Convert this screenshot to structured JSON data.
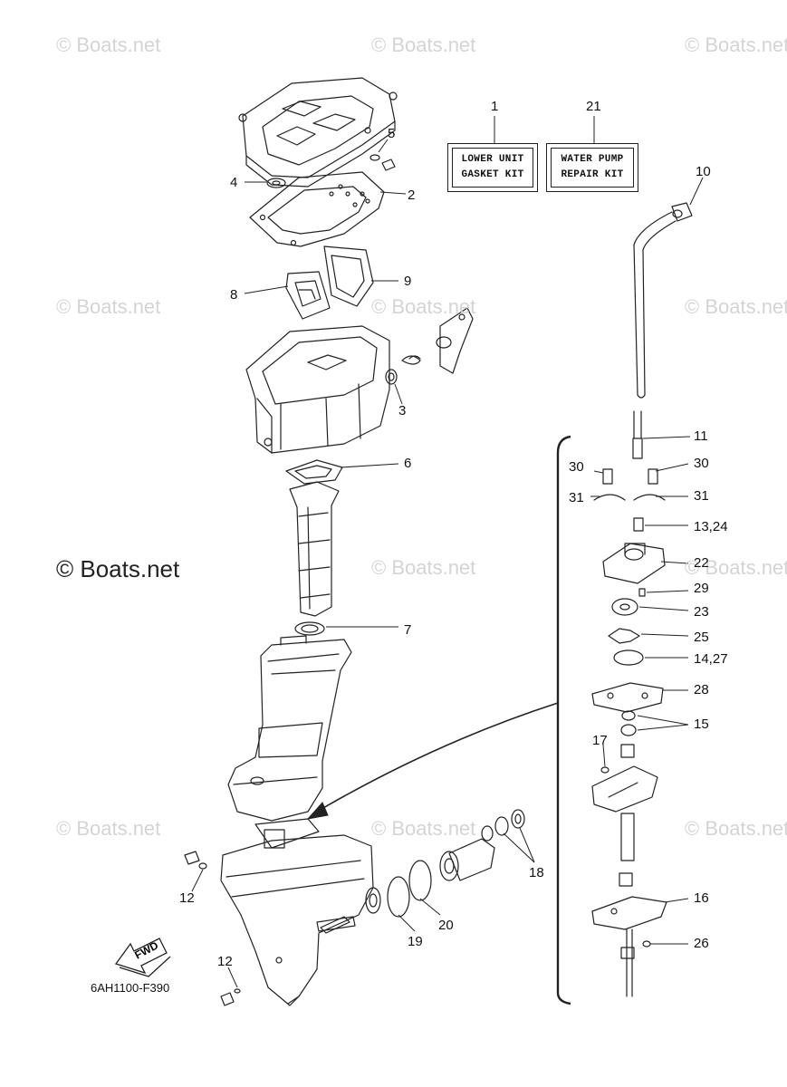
{
  "watermarks": [
    "© Boats.net",
    "© Boats.net",
    "© Boats.net",
    "© Boats.net",
    "© Boats.net",
    "© Boats.net",
    "© Boats.net",
    "© Boats.net",
    "© Boats.net",
    "© Boats.net",
    "© Boats.net"
  ],
  "main_watermark": "© Boats.net",
  "kits": [
    {
      "number": "1",
      "lines": [
        "LOWER UNIT",
        "GASKET KIT"
      ]
    },
    {
      "number": "21",
      "lines": [
        "WATER PUMP",
        "REPAIR KIT"
      ]
    }
  ],
  "callouts": [
    "1",
    "21",
    "10",
    "5",
    "4",
    "2",
    "8",
    "9",
    "3",
    "6",
    "7",
    "11",
    "30",
    "30",
    "31",
    "31",
    "13,24",
    "22",
    "29",
    "23",
    "25",
    "14,27",
    "28",
    "15",
    "17",
    "16",
    "26",
    "18",
    "20",
    "19",
    "12",
    "12"
  ],
  "fwd_label": "FWD",
  "diagram_code": "6AH1100-F390"
}
